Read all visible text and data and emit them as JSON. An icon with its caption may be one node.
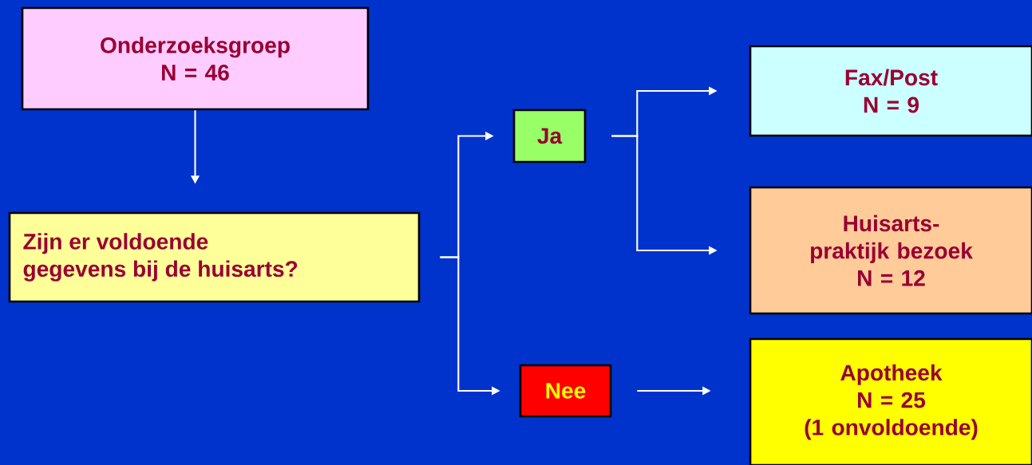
{
  "diagram": {
    "nodes": [
      {
        "text": [
          "Onderzoeksgroep",
          "N = 46"
        ]
      },
      {
        "text": [
          "Zijn er voldoende gegevens bij de huisarts?"
        ]
      },
      {
        "text": [
          "Ja"
        ]
      },
      {
        "text": [
          "Nee"
        ]
      },
      {
        "text": [
          "Fax/Post",
          "N = 9"
        ]
      },
      {
        "text": [
          "Huisarts-praktijk bezoek",
          "N = 12"
        ]
      },
      {
        "text": [
          "Apotheek",
          "N = 25",
          "(1 onvoldoende)"
        ]
      }
    ],
    "edges": [
      {
        "from": 0,
        "to": 1,
        "arrow": "to"
      },
      {
        "from": 1,
        "to": 2,
        "arrow": "to"
      },
      {
        "from": 1,
        "to": 3,
        "arrow": "to"
      },
      {
        "from": 2,
        "to": 4,
        "arrow": "to"
      },
      {
        "from": 2,
        "to": 5,
        "arrow": "to"
      },
      {
        "from": 3,
        "to": 6,
        "arrow": "to"
      }
    ]
  }
}
